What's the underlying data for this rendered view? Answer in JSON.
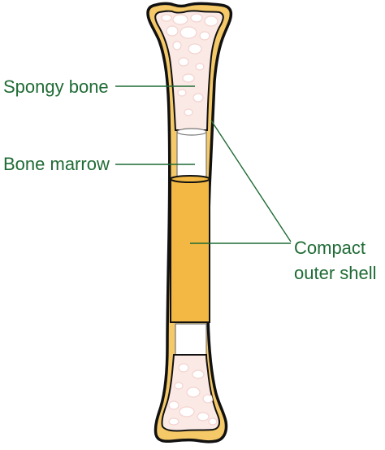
{
  "labels": {
    "spongy_bone": "Spongy bone",
    "bone_marrow": "Bone marrow",
    "compact_outer_shell_line1": "Compact",
    "compact_outer_shell_line2": "outer shell"
  },
  "colors": {
    "label_text": "#1f6b35",
    "leader_line": "#1f6b35",
    "bone_fill": "#f5c868",
    "bone_outline": "#111111",
    "spongy_fill": "#fbe9e6",
    "spongy_bubbles": "#ffffff",
    "compact_band": "#f2b843",
    "marrow_fill": "#ffffff"
  }
}
